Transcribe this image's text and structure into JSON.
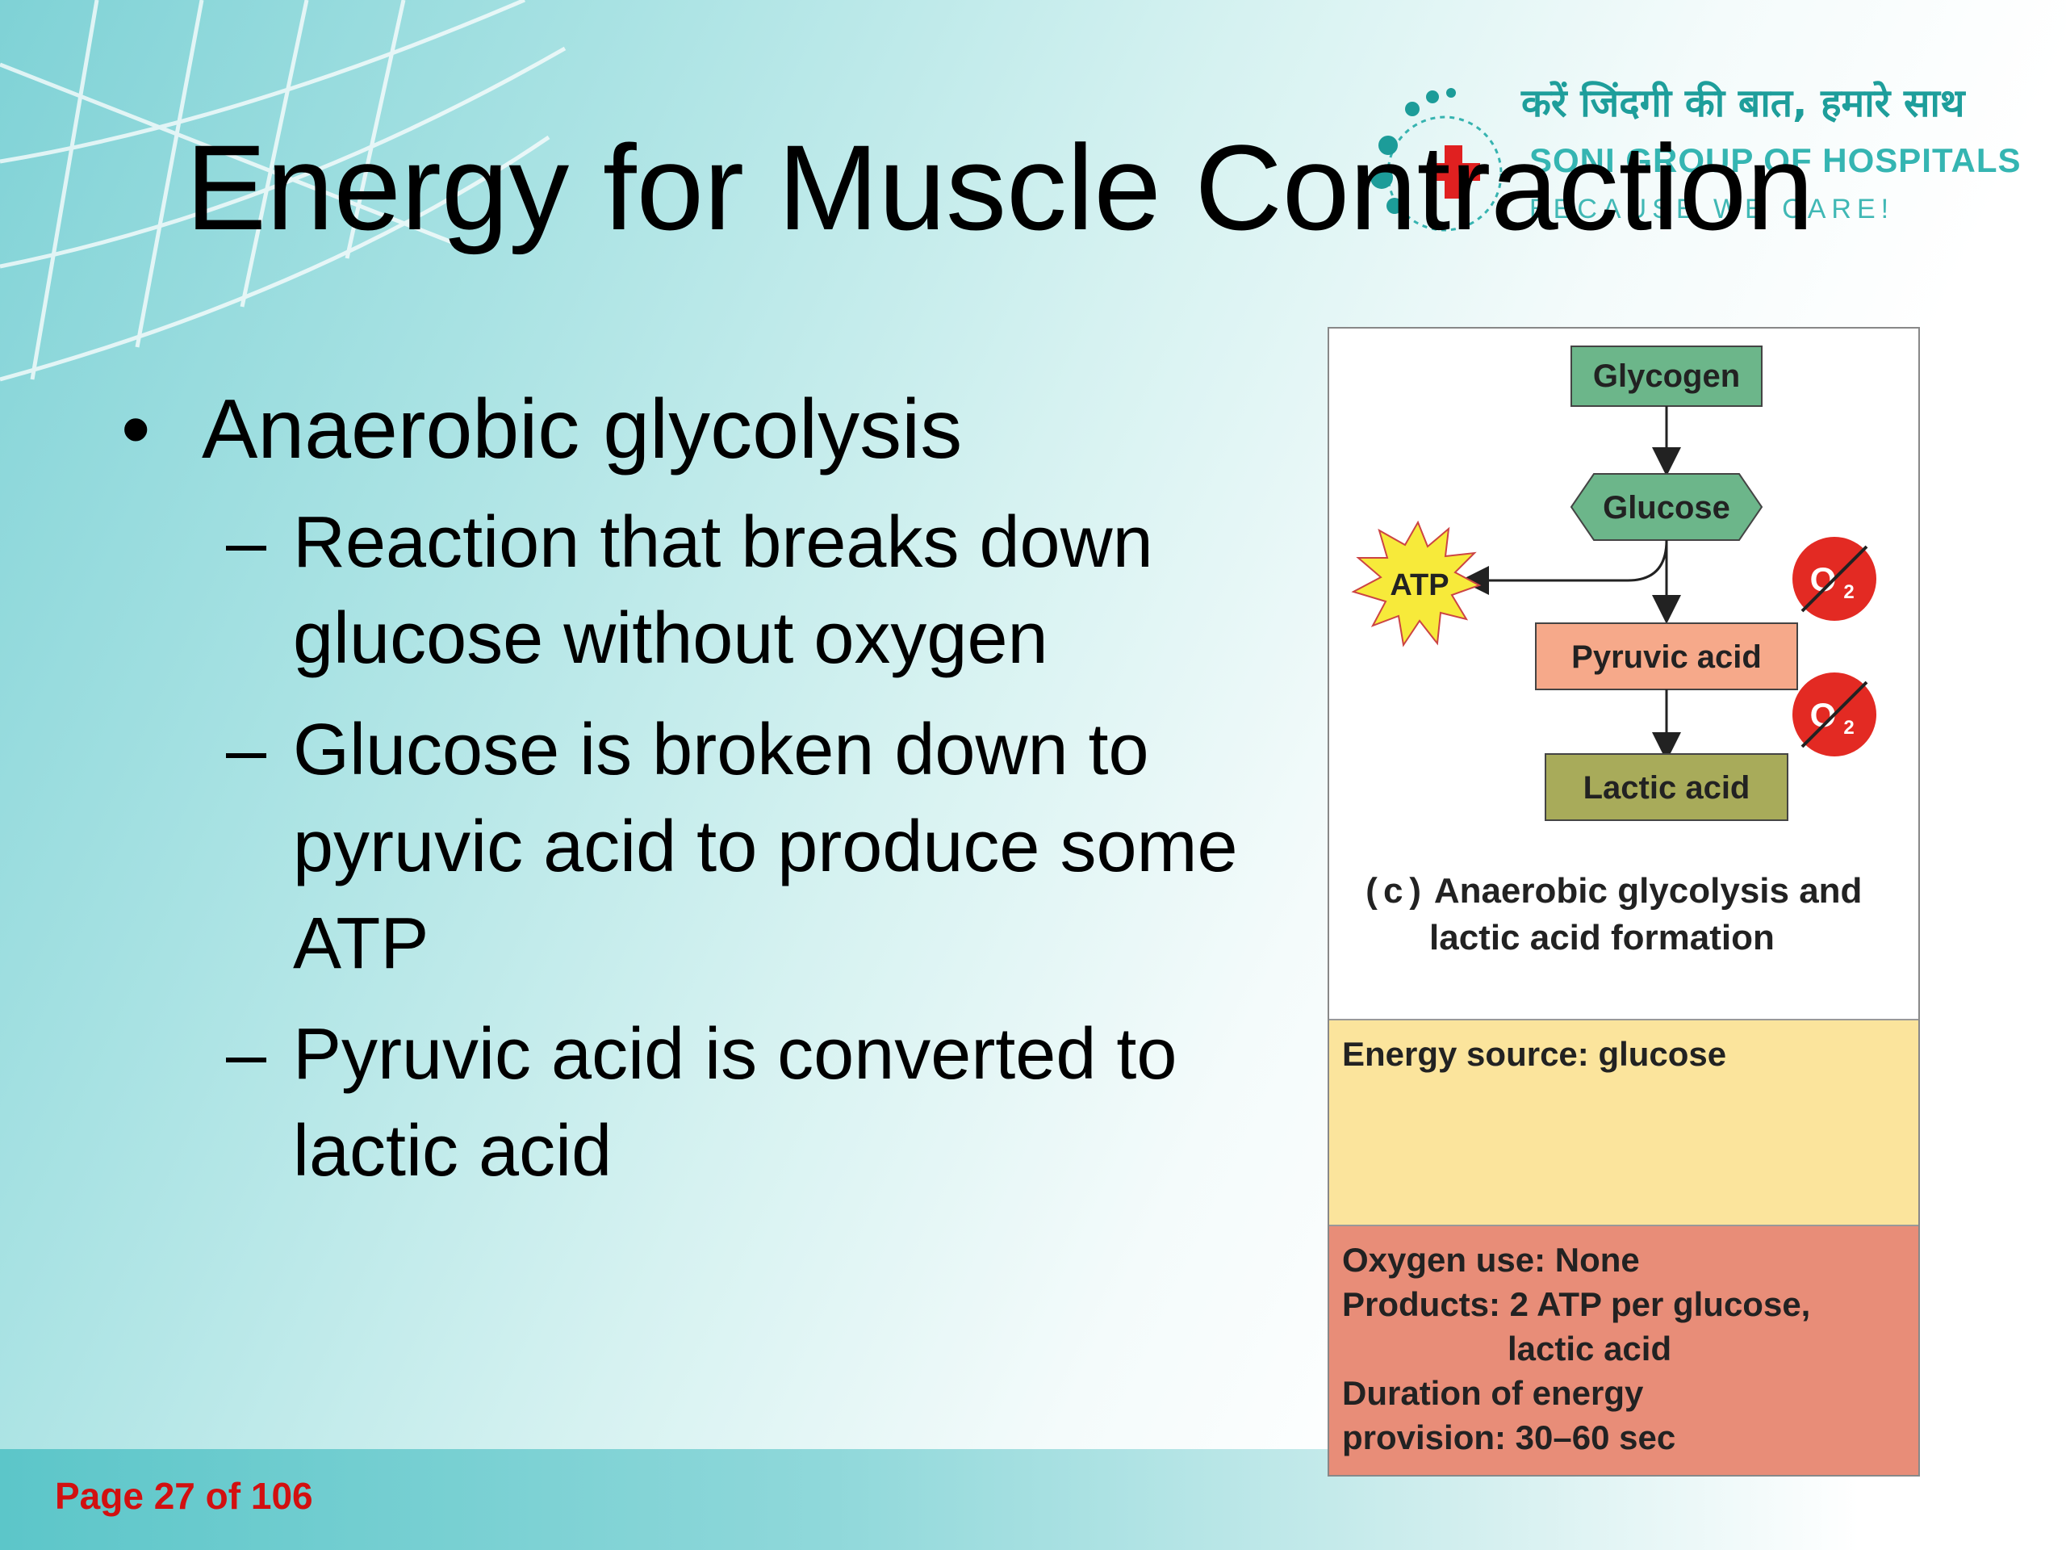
{
  "slide": {
    "title": "Energy for Muscle Contraction",
    "bullet": "Anaerobic glycolysis",
    "sub_points": [
      "Reaction that breaks down glucose without oxygen",
      "Glucose is broken down to pyruvic acid to produce some ATP",
      "Pyruvic acid is converted to lactic acid"
    ],
    "page_number": "Page 27 of 106"
  },
  "logo": {
    "hindi_tagline": "करें जिंदगी की बात, हमारे साथ",
    "name": "SONI GROUP OF HOSPITALS",
    "tagline": "BECAUSE WE CARE!"
  },
  "figure": {
    "nodes": {
      "glycogen": "Glycogen",
      "glucose": "Glucose",
      "atp": "ATP",
      "pyruvic": "Pyruvic acid",
      "lactic": "Lactic acid",
      "oxygen": "O",
      "oxygen_sub": "2"
    },
    "caption_label": "(c)",
    "caption_line1": "Anaerobic glycolysis and",
    "caption_line2": "lactic acid formation",
    "energy_source": "Energy source: glucose",
    "info_lines": [
      "Oxygen use: None",
      "Products: 2 ATP per glucose,",
      "lactic acid",
      "Duration of energy",
      "provision: 30–60 sec"
    ],
    "colors": {
      "glycogen_fill": "#6cb68a",
      "glucose_fill": "#6cb68a",
      "pyruvic_fill": "#f6a98a",
      "lactic_fill": "#a8ab5a",
      "atp_fill": "#f7ea3a",
      "oxygen_fill": "#e32a23",
      "energy_box": "#fbe49c",
      "info_box": "#e88d78"
    }
  }
}
